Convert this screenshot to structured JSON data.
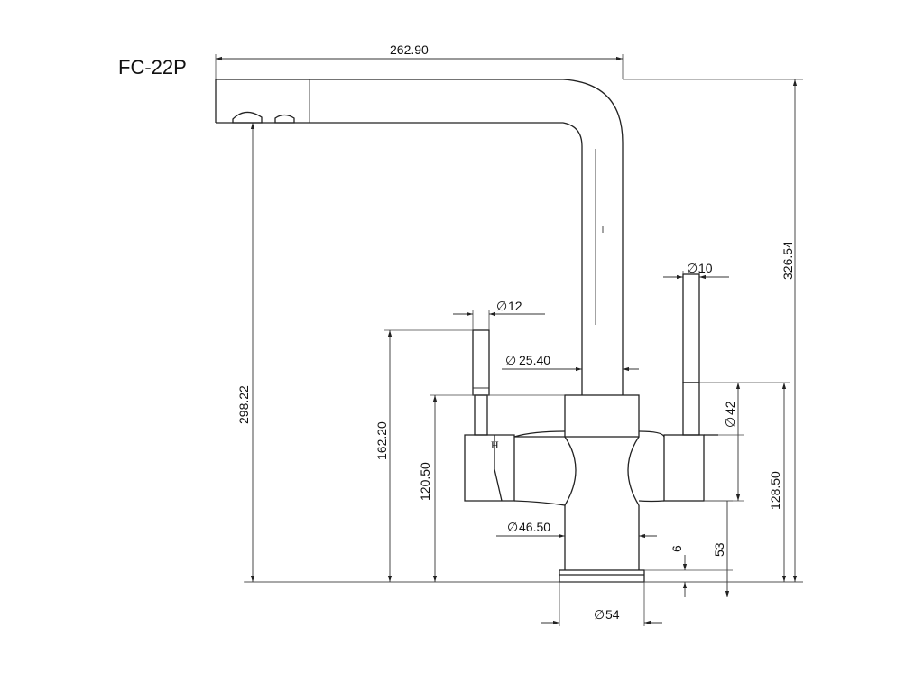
{
  "title": "FC-22P",
  "dimensions": {
    "spout_reach": "262.90",
    "total_height": "326.54",
    "spout_height": "298.22",
    "left_handle_height": "162.20",
    "left_body_height": "120.50",
    "right_body_height": "128.50",
    "body_to_base": "53",
    "base_thickness": "6",
    "left_handle_dia": "12",
    "right_handle_dia": "10",
    "spout_dia": "25.40",
    "right_collar_dia": "42",
    "body_dia": "46.50",
    "base_dia": "54"
  },
  "symbols": {
    "diameter": "∅",
    "hot_mark": "H"
  },
  "colors": {
    "line": "#222222",
    "background": "#ffffff"
  }
}
